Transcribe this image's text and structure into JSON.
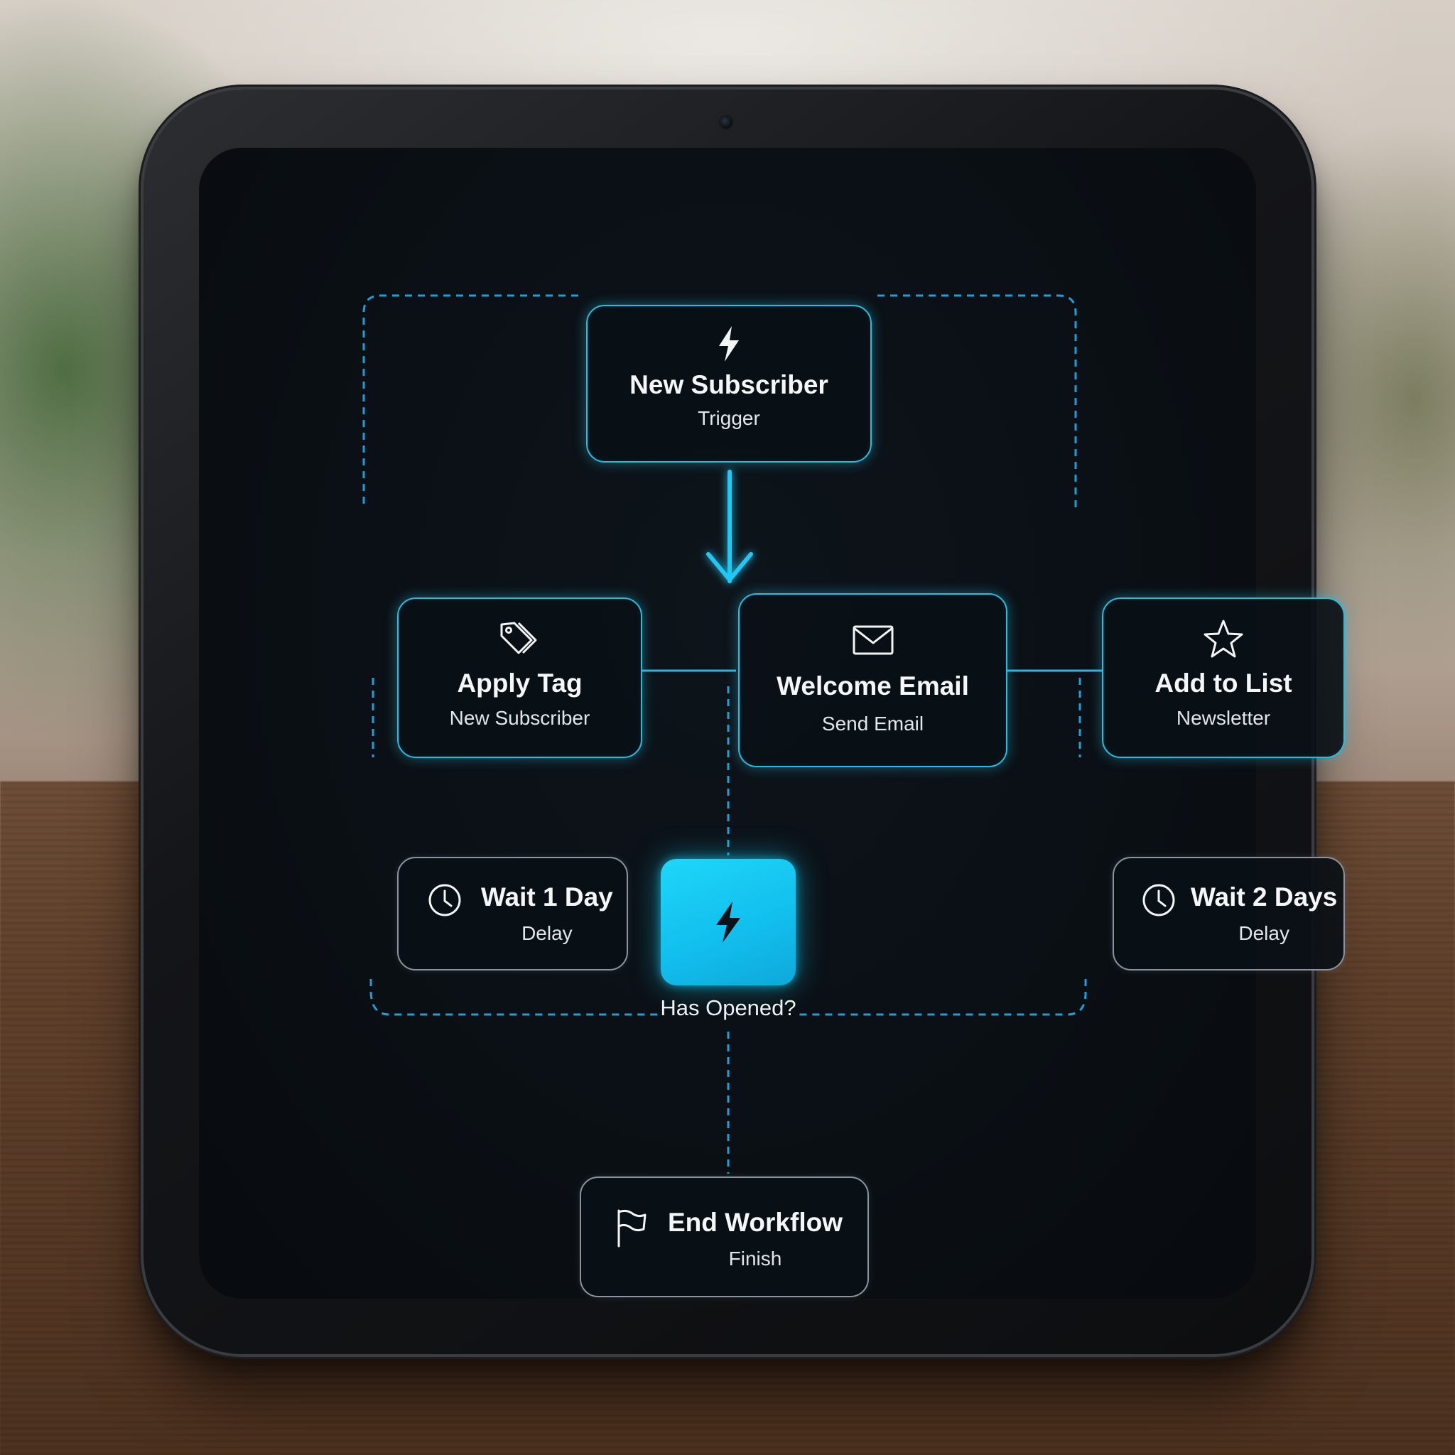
{
  "workflow": {
    "trigger": {
      "title": "New Subscriber",
      "subtitle": "Trigger",
      "icon": "lightning-bolt-icon"
    },
    "apply_tag": {
      "title": "Apply Tag",
      "subtitle": "New Subscriber",
      "icon": "tag-icon"
    },
    "welcome_email": {
      "title": "Welcome Email",
      "subtitle": "Send Email",
      "icon": "envelope-icon"
    },
    "add_to_list": {
      "title": "Add to List",
      "subtitle": "Newsletter",
      "icon": "star-icon"
    },
    "wait_1": {
      "title": "Wait 1 Day",
      "subtitle": "Delay",
      "icon": "clock-icon"
    },
    "wait_2": {
      "title": "Wait 2 Days",
      "subtitle": "Delay",
      "icon": "clock-icon"
    },
    "decision": {
      "label": "Has Opened?",
      "icon": "lightning-bolt-icon"
    },
    "end": {
      "title": "End Workflow",
      "subtitle": "Finish",
      "icon": "flag-icon"
    }
  },
  "colors": {
    "accent": "#27bde0",
    "decision_fill": "#12c0ee",
    "screen_bg": "#0a0f14",
    "neutral_border": "#8d949b",
    "text": "#f4f6f8"
  }
}
